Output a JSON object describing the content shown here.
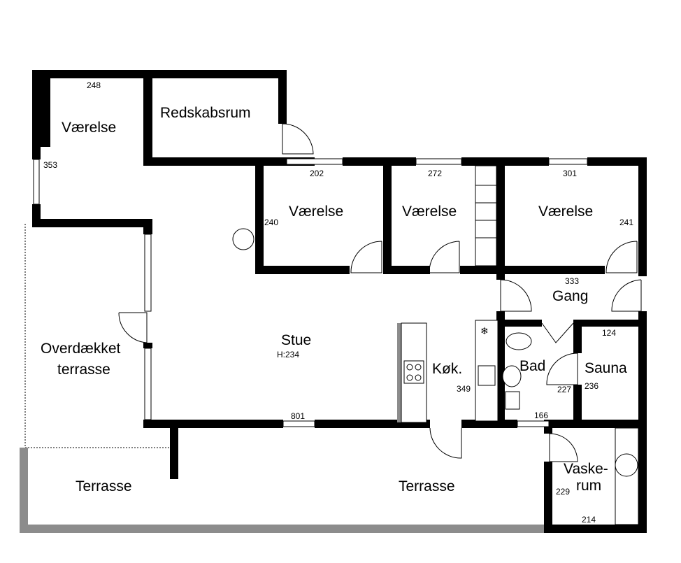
{
  "rooms": {
    "vaerelse_nw": "Værelse",
    "redskabsrum": "Redskabsrum",
    "vaerelse_1": "Værelse",
    "vaerelse_2": "Værelse",
    "vaerelse_3": "Værelse",
    "gang": "Gang",
    "stue": "Stue",
    "stue_height": "H:234",
    "overdaekket_1": "Overdækket",
    "overdaekket_2": "terrasse",
    "kok": "Køk.",
    "bad": "Bad",
    "sauna": "Sauna",
    "vaskerum_1": "Vaske-",
    "vaskerum_2": "rum",
    "terrasse_left": "Terrasse",
    "terrasse_right": "Terrasse"
  },
  "dimensions": {
    "d248": "248",
    "d353": "353",
    "d202": "202",
    "d272": "272",
    "d301": "301",
    "d240": "240",
    "d241": "241",
    "d333": "333",
    "d124": "124",
    "d227": "227",
    "d236": "236",
    "d349": "349",
    "d166": "166",
    "d801": "801",
    "d229": "229",
    "d214": "214"
  }
}
